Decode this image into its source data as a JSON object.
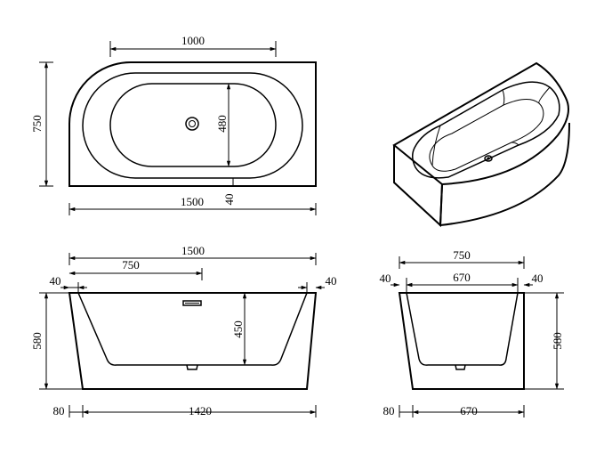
{
  "top_view": {
    "inner_length": "1000",
    "depth": "750",
    "inner_width": "480",
    "rim": "40",
    "length": "1500"
  },
  "front_view": {
    "length": "1500",
    "half_length": "750",
    "left_rim": "40",
    "right_rim": "40",
    "height": "580",
    "inner_depth": "450",
    "base_offset": "80",
    "base_length": "1420"
  },
  "side_view": {
    "width": "750",
    "left_rim": "40",
    "inner_width": "670",
    "right_rim": "40",
    "height": "580",
    "base_offset": "80",
    "base_width": "670"
  }
}
